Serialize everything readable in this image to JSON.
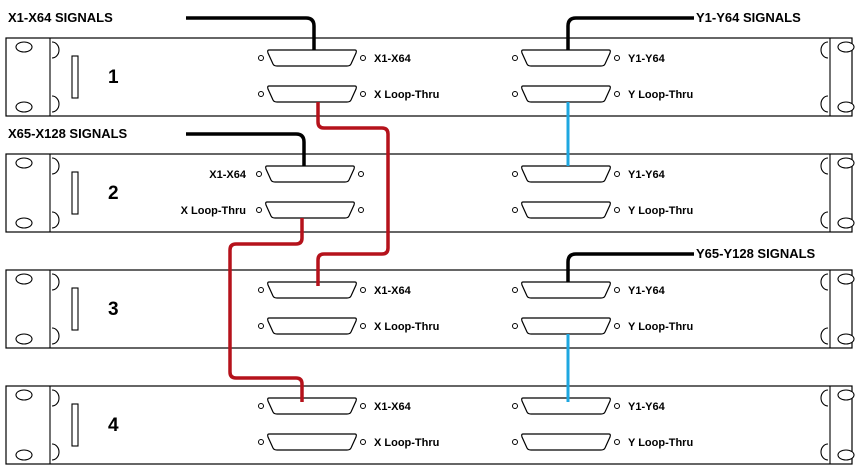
{
  "signals": {
    "x1_x64": "X1-X64 SIGNALS",
    "x65_x128": "X65-X128 SIGNALS",
    "y1_y64": "Y1-Y64 SIGNALS",
    "y65_y128": "Y65-Y128 SIGNALS"
  },
  "units": [
    {
      "number": "1",
      "x_in": "X1-X64",
      "x_loop": "X Loop-Thru",
      "y_in": "Y1-Y64",
      "y_loop": "Y Loop-Thru"
    },
    {
      "number": "2",
      "x_in": "X1-X64",
      "x_loop": "X Loop-Thru",
      "y_in": "Y1-Y64",
      "y_loop": "Y Loop-Thru"
    },
    {
      "number": "3",
      "x_in": "X1-X64",
      "x_loop": "X Loop-Thru",
      "y_in": "Y1-Y64",
      "y_loop": "Y Loop-Thru"
    },
    {
      "number": "4",
      "x_in": "X1-X64",
      "x_loop": "X Loop-Thru",
      "y_in": "Y1-Y64",
      "y_loop": "Y Loop-Thru"
    }
  ],
  "colors": {
    "x_loop_cable": "#b5121b",
    "y_loop_cable": "#1ea7e0",
    "signal_cable": "#000000"
  }
}
